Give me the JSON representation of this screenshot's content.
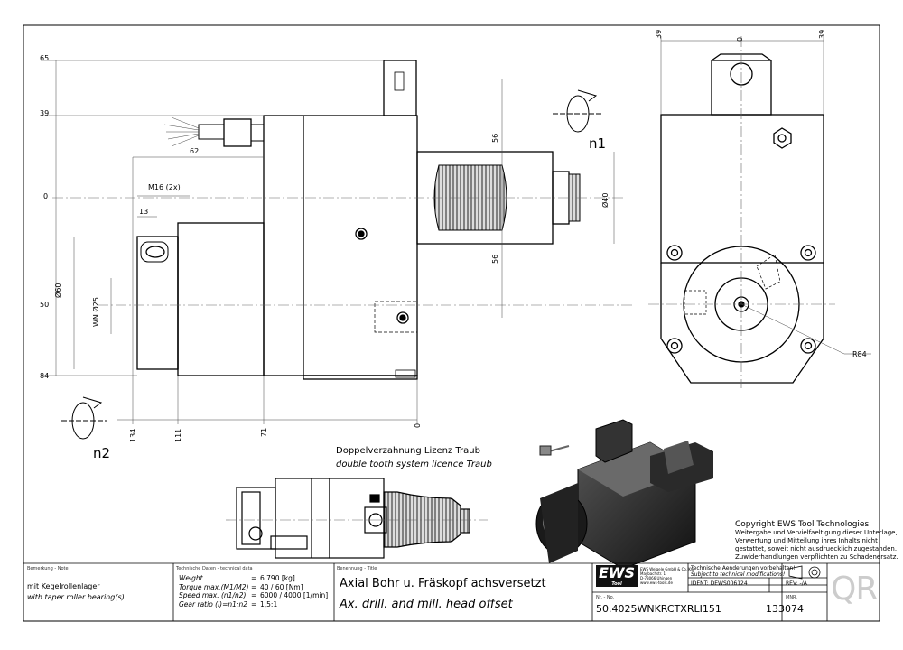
{
  "drawing": {
    "dims_left": [
      "65",
      "39",
      "0",
      "50",
      "84"
    ],
    "dims_bottom": [
      "134",
      "111",
      "71",
      "0"
    ],
    "dims_top_right": [
      "39",
      "0",
      "39"
    ],
    "dim_62": "62",
    "dim_m16": "M16 (2x)",
    "dim_13": "13",
    "dim_d60": "Ø60",
    "dim_wn": "WN Ø25",
    "dim_56a": "56",
    "dim_56b": "56",
    "dim_d40": "Ø40",
    "dim_r84": "R84",
    "label_n1": "n1",
    "label_n2": "n2",
    "licence_de": "Doppelverzahnung Lizenz Traub",
    "licence_en": "double tooth system licence Traub",
    "copyright_lines": [
      "Copyright EWS Tool Technologies",
      "Weitergabe und Vervielfaeltigung dieser Unterlage,",
      "Verwertung und Mitteilung ihres Inhalts nicht",
      "gestattet, soweit nicht ausdruecklich zugestanden.",
      "Zuwiderhandlungen verpflichten zu Schadenersatz."
    ]
  },
  "titleblock": {
    "note_header": "Bemerkung - Note",
    "note_de": "mit Kegelrollenlager",
    "note_en": "with taper roller bearing(s)",
    "tech_header": "Technische Daten - technical data",
    "tech_rows": [
      {
        "label": "Weight",
        "eq": "=",
        "value": "6.790 [kg]"
      },
      {
        "label": "Torque max.(M1/M2)",
        "eq": "=",
        "value": "40 / 60 [Nm]"
      },
      {
        "label": "Speed max. (n1/n2)",
        "eq": "=",
        "value": "6000 / 4000 [1/min]"
      },
      {
        "label": "Gear ratio (i)=n1:n2",
        "eq": "=",
        "value": "1,5:1"
      }
    ],
    "title_header": "Benennung - Title",
    "title_de": "Axial Bohr u. Fräskopf achsversetzt",
    "title_en": "Ax. drill. and mill. head offset",
    "logo": "EWS",
    "logo_sub": "Tool Technologies",
    "company_lines": [
      "EWS Weigele GmbH & Co. KG",
      "Maybachstr. 1",
      "D-73066 Uhingen",
      "www.ews-tools.de"
    ],
    "changes_de": "Technische Aenderungen vorbehalten!",
    "changes_en": "Subject to technical modifications!",
    "ident_label": "IDENT:",
    "ident_value": "DEWS006124",
    "rev_label": "REV:",
    "rev_value": "-/A",
    "nr_header": "Nr. - No.",
    "part_number": "50.4025WNKRCTXRLI151",
    "mnr_header": "MNR.",
    "mnr_value": "133074",
    "qr": "QR"
  }
}
